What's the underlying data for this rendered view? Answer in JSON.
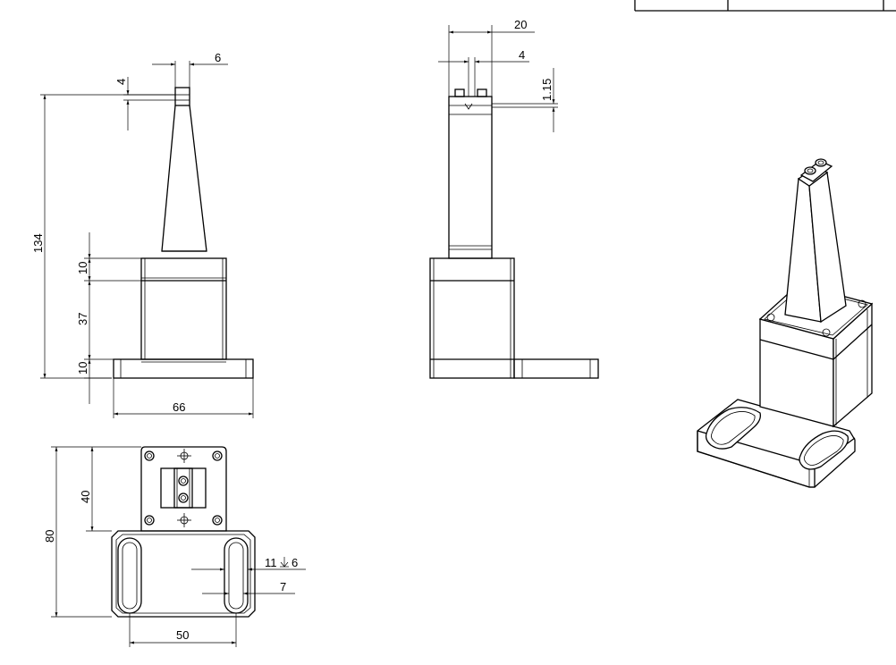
{
  "drawing": {
    "front_view": {
      "dims": {
        "tip_width": "6",
        "tip_height": "4",
        "total_height": "134",
        "upper_block": "10",
        "body": "37",
        "base": "10",
        "base_width": "66"
      }
    },
    "side_view": {
      "dims": {
        "width": "20",
        "slot": "4",
        "offset": "1.15"
      }
    },
    "top_view": {
      "dims": {
        "block_depth": "40",
        "total_depth": "80",
        "slot_spacing": "50",
        "counterbore": "11",
        "counterbore_depth": "6",
        "slot_width": "7"
      }
    },
    "title_block": {
      "cells": [
        "",
        ""
      ]
    }
  }
}
